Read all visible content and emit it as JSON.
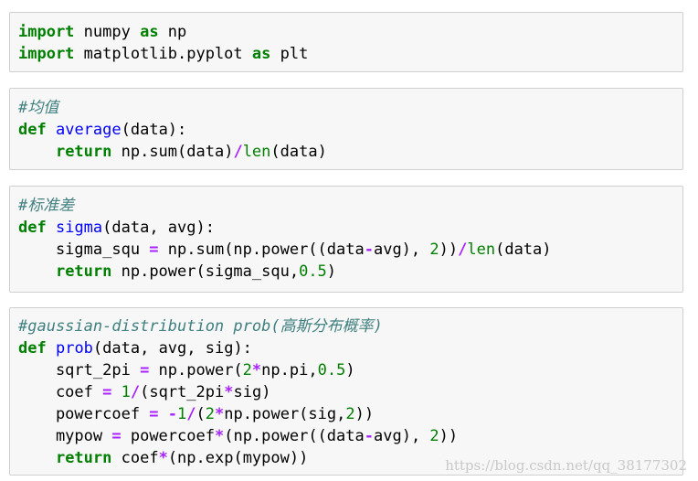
{
  "cells": [
    {
      "lines": [
        [
          [
            "kw",
            "import"
          ],
          [
            "plain",
            " numpy "
          ],
          [
            "kw",
            "as"
          ],
          [
            "plain",
            " np"
          ]
        ],
        [
          [
            "kw",
            "import"
          ],
          [
            "plain",
            " matplotlib.pyplot "
          ],
          [
            "kw",
            "as"
          ],
          [
            "plain",
            " plt"
          ]
        ]
      ]
    },
    {
      "lines": [
        [
          [
            "cm",
            "#均值"
          ]
        ],
        [
          [
            "kw",
            "def"
          ],
          [
            "plain",
            " "
          ],
          [
            "fn",
            "average"
          ],
          [
            "plain",
            "(data):"
          ]
        ],
        [
          [
            "plain",
            "    "
          ],
          [
            "kw",
            "return"
          ],
          [
            "plain",
            " np.sum(data)"
          ],
          [
            "op",
            "/"
          ],
          [
            "bi",
            "len"
          ],
          [
            "plain",
            "(data)"
          ]
        ]
      ]
    },
    {
      "lines": [
        [
          [
            "cm",
            "#标准差"
          ]
        ],
        [
          [
            "kw",
            "def"
          ],
          [
            "plain",
            " "
          ],
          [
            "fn",
            "sigma"
          ],
          [
            "plain",
            "(data, avg):"
          ]
        ],
        [
          [
            "plain",
            "    sigma_squ "
          ],
          [
            "op",
            "="
          ],
          [
            "plain",
            " np.sum(np.power((data"
          ],
          [
            "op",
            "-"
          ],
          [
            "plain",
            "avg), "
          ],
          [
            "num",
            "2"
          ],
          [
            "plain",
            "))"
          ],
          [
            "op",
            "/"
          ],
          [
            "bi",
            "len"
          ],
          [
            "plain",
            "(data)"
          ]
        ],
        [
          [
            "plain",
            "    "
          ],
          [
            "kw",
            "return"
          ],
          [
            "plain",
            " np.power(sigma_squ,"
          ],
          [
            "num",
            "0.5"
          ],
          [
            "plain",
            ")"
          ]
        ]
      ]
    },
    {
      "lines": [
        [
          [
            "cm",
            "#gaussian-distribution prob(高斯分布概率)"
          ]
        ],
        [
          [
            "kw",
            "def"
          ],
          [
            "plain",
            " "
          ],
          [
            "fn",
            "prob"
          ],
          [
            "plain",
            "(data, avg, sig):"
          ]
        ],
        [
          [
            "plain",
            "    sqrt_2pi "
          ],
          [
            "op",
            "="
          ],
          [
            "plain",
            " np.power("
          ],
          [
            "num",
            "2"
          ],
          [
            "op",
            "*"
          ],
          [
            "plain",
            "np.pi,"
          ],
          [
            "num",
            "0.5"
          ],
          [
            "plain",
            ")"
          ]
        ],
        [
          [
            "plain",
            "    coef "
          ],
          [
            "op",
            "="
          ],
          [
            "plain",
            " "
          ],
          [
            "num",
            "1"
          ],
          [
            "op",
            "/"
          ],
          [
            "plain",
            "(sqrt_2pi"
          ],
          [
            "op",
            "*"
          ],
          [
            "plain",
            "sig)"
          ]
        ],
        [
          [
            "plain",
            "    powercoef "
          ],
          [
            "op",
            "="
          ],
          [
            "plain",
            " "
          ],
          [
            "op",
            "-"
          ],
          [
            "num",
            "1"
          ],
          [
            "op",
            "/"
          ],
          [
            "plain",
            "("
          ],
          [
            "num",
            "2"
          ],
          [
            "op",
            "*"
          ],
          [
            "plain",
            "np.power(sig,"
          ],
          [
            "num",
            "2"
          ],
          [
            "plain",
            "))"
          ]
        ],
        [
          [
            "plain",
            "    mypow "
          ],
          [
            "op",
            "="
          ],
          [
            "plain",
            " powercoef"
          ],
          [
            "op",
            "*"
          ],
          [
            "plain",
            "(np.power((data"
          ],
          [
            "op",
            "-"
          ],
          [
            "plain",
            "avg), "
          ],
          [
            "num",
            "2"
          ],
          [
            "plain",
            "))"
          ]
        ],
        [
          [
            "plain",
            "    "
          ],
          [
            "kw",
            "return"
          ],
          [
            "plain",
            " coef"
          ],
          [
            "op",
            "*"
          ],
          [
            "plain",
            "(np.exp(mypow))"
          ]
        ]
      ]
    }
  ],
  "watermark": "https://blog.csdn.net/qq_38177302"
}
